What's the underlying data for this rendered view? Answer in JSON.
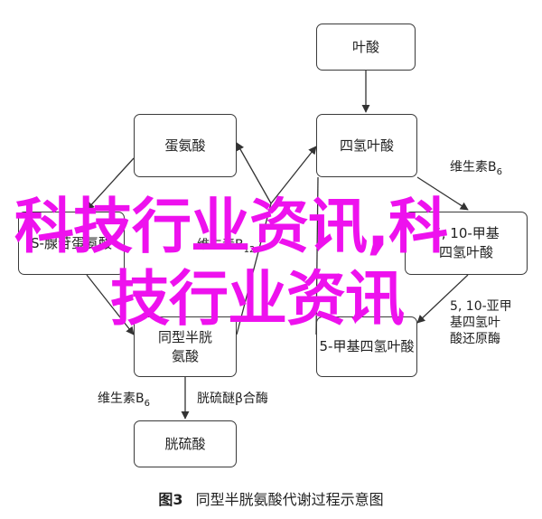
{
  "nodes": {
    "folate": "叶酸",
    "methionine": "蛋氨酸",
    "thf": "四氢叶酸",
    "sam": "S-腺苷蛋氨酸",
    "methyl_thf": "5-甲基四氢叶酸",
    "homocysteine": [
      "同型半胱",
      "氨酸"
    ],
    "cystathionine": "胱硫酸",
    "dimethylglycine_thf": [
      "5, 10-甲基",
      "四氢叶酸"
    ]
  },
  "edge_labels": {
    "b6_right": {
      "base": "维生素B",
      "sub": "6"
    },
    "b12_center": {
      "base": "维生素B",
      "sub": "12"
    },
    "b6_bottom": {
      "base": "维生素B",
      "sub": "6"
    },
    "cbs": "胱硫醚β合酶",
    "mthfr": [
      "5, 10-亚甲",
      "基四氢叶",
      "酸还原酶"
    ]
  },
  "caption": {
    "figure": "图3",
    "text": "同型半胱氨酸代谢过程示意图"
  },
  "watermark": {
    "line1": "科技行业资讯,科",
    "line2": "技行业资讯",
    "color": "#ee11ee"
  }
}
